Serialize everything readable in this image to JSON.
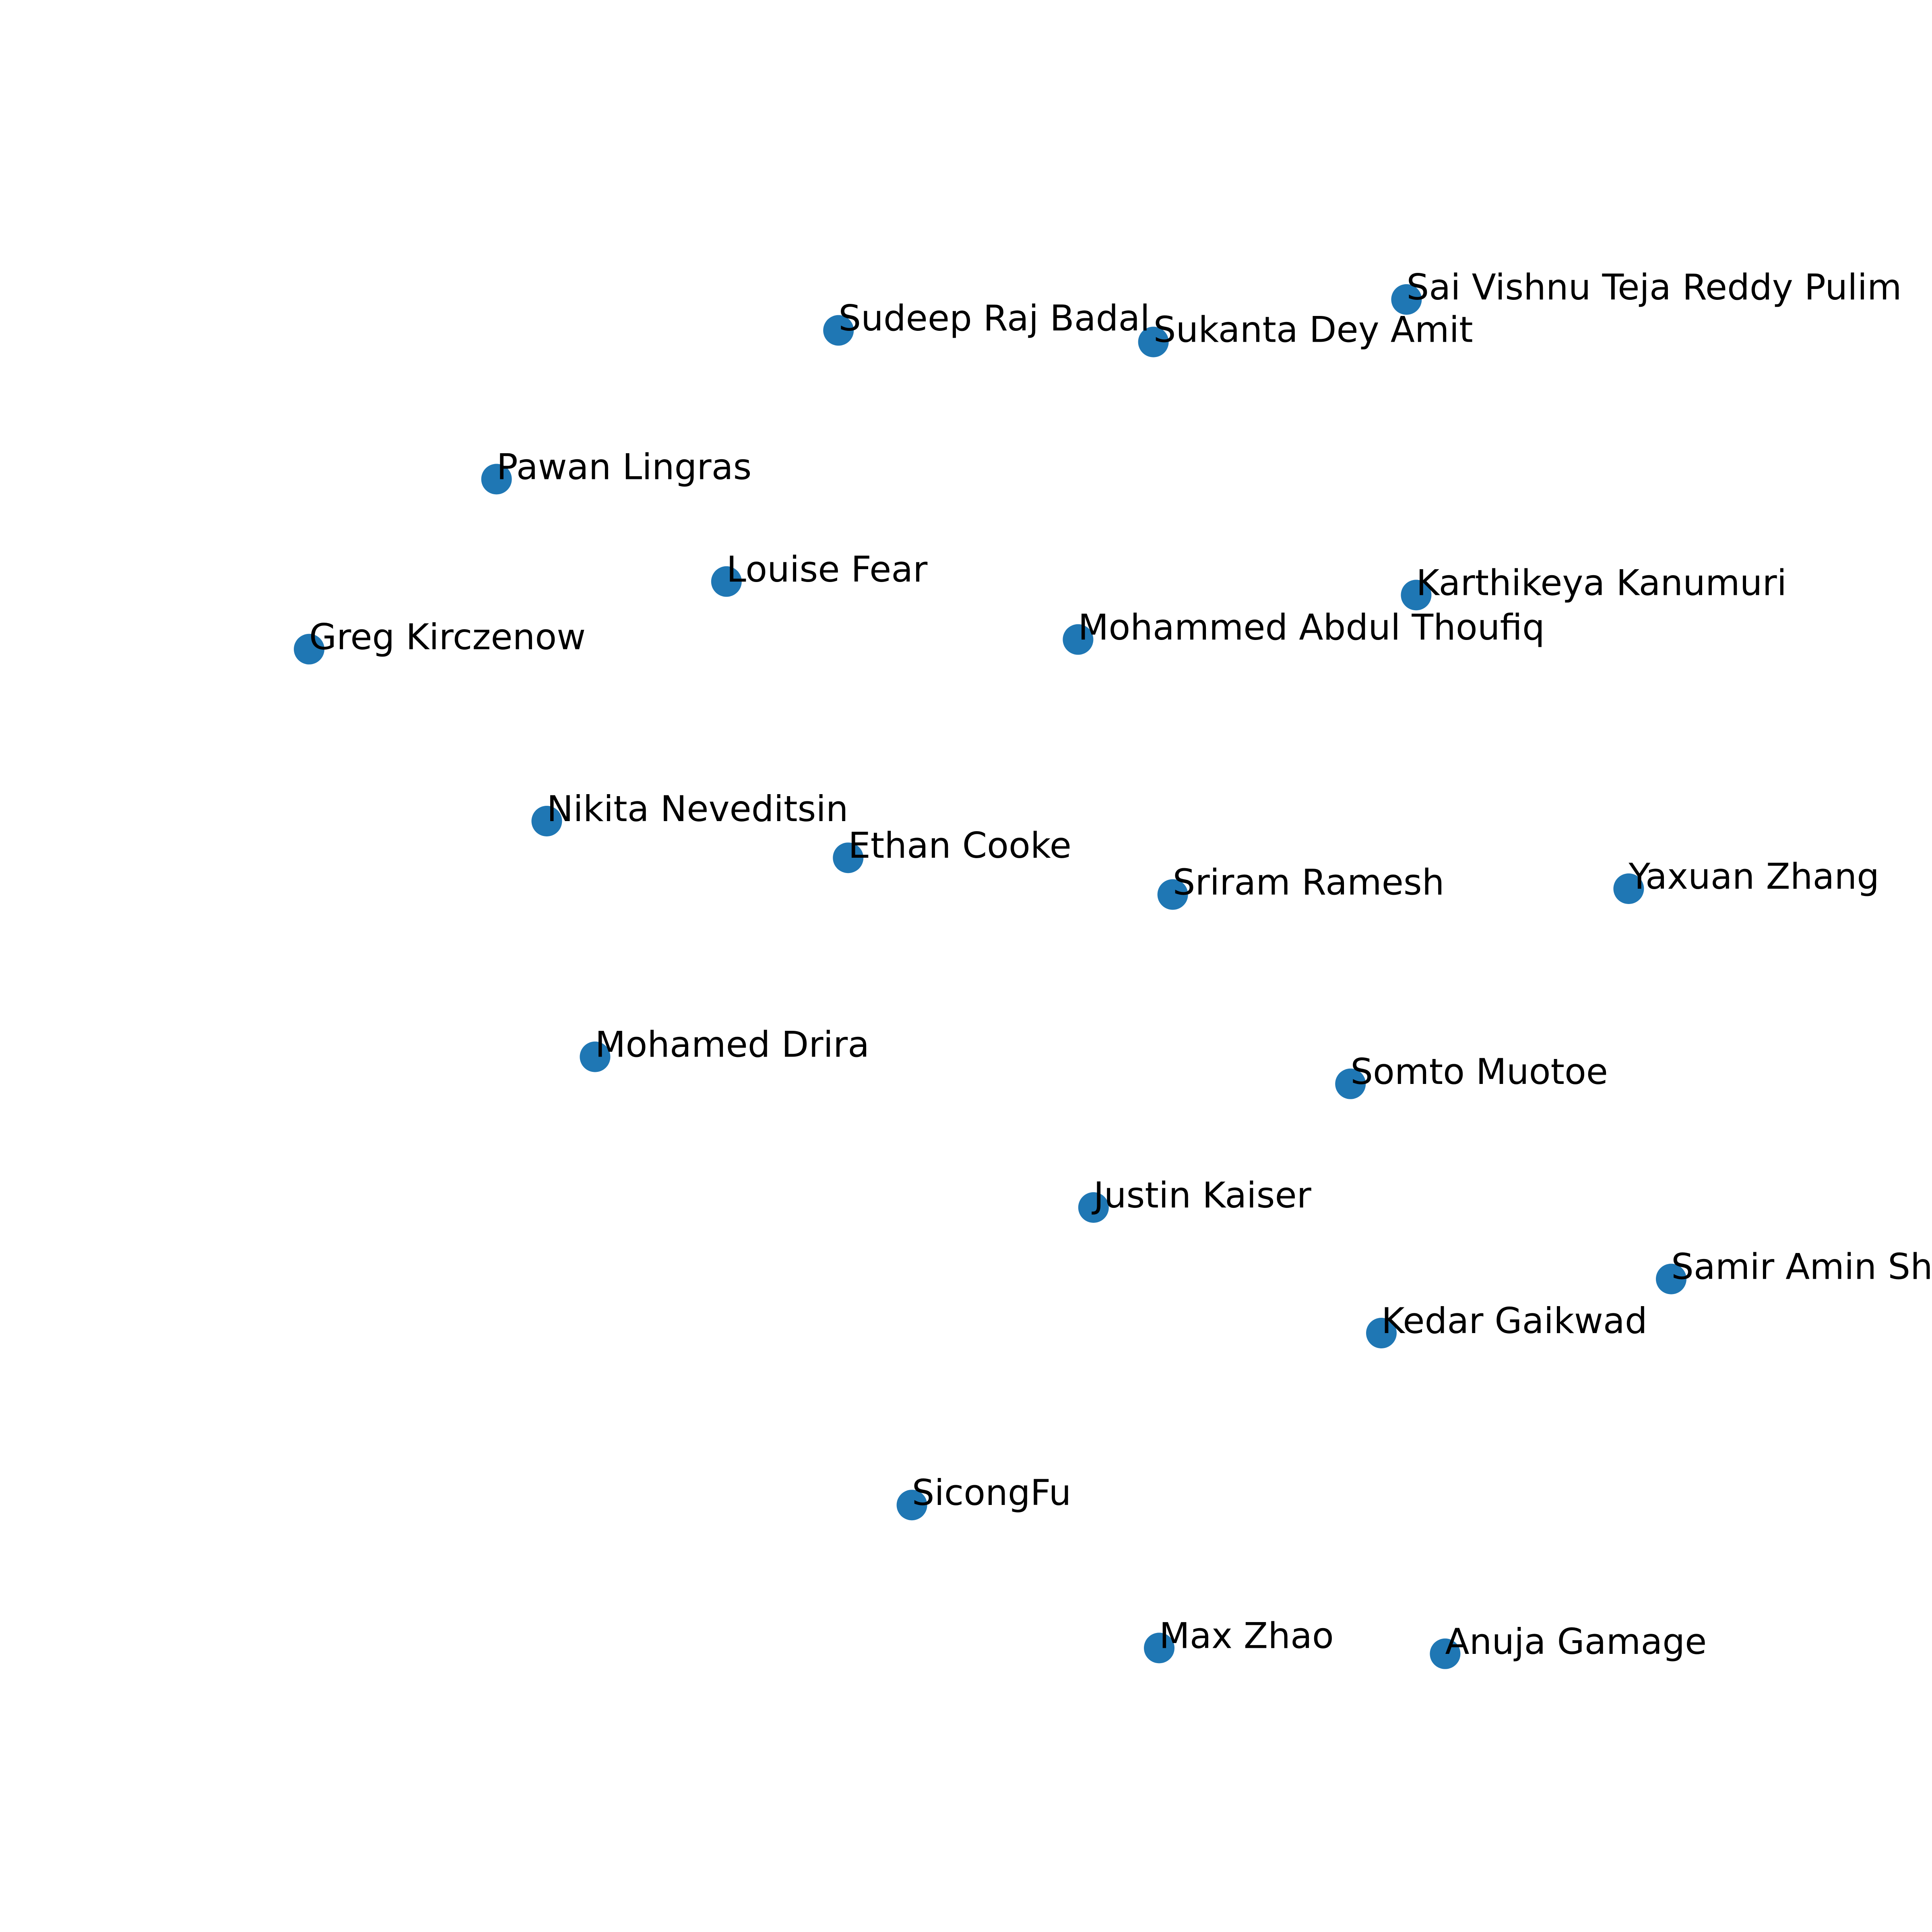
{
  "chart_data": {
    "type": "scatter",
    "title": "",
    "xlabel": "",
    "ylabel": "",
    "axes_visible": false,
    "grid": false,
    "legend": "none",
    "marker_color": "#1f77b4",
    "label_color": "#000000",
    "xlim": [
      0,
      100
    ],
    "ylim": [
      0,
      100
    ],
    "points": [
      {
        "label": "Sai Vishnu Teja Reddy Pulim",
        "x": 72.8,
        "y": 84.5
      },
      {
        "label": "Sudeep Raj Badal",
        "x": 43.4,
        "y": 82.9
      },
      {
        "label": "Sukanta Dey Amit",
        "x": 59.7,
        "y": 82.3
      },
      {
        "label": "Pawan Lingras",
        "x": 25.7,
        "y": 75.2
      },
      {
        "label": "Louise Fear",
        "x": 37.6,
        "y": 69.9
      },
      {
        "label": "Karthikeya Kanumuri",
        "x": 73.3,
        "y": 69.2
      },
      {
        "label": "Greg Kirczenow",
        "x": 16.0,
        "y": 66.4
      },
      {
        "label": "Mohammed Abdul Thoufiq",
        "x": 55.8,
        "y": 66.9
      },
      {
        "label": "Nikita Neveditsin",
        "x": 28.3,
        "y": 57.5
      },
      {
        "label": "Ethan Cooke",
        "x": 43.9,
        "y": 55.6
      },
      {
        "label": "Sriram Ramesh",
        "x": 60.7,
        "y": 53.7
      },
      {
        "label": "Yaxuan Zhang",
        "x": 84.3,
        "y": 54.0
      },
      {
        "label": "Mohamed Drira",
        "x": 30.8,
        "y": 45.3
      },
      {
        "label": "Somto Muotoe",
        "x": 69.9,
        "y": 43.9
      },
      {
        "label": "Justin Kaiser",
        "x": 56.6,
        "y": 37.5
      },
      {
        "label": "Samir Amin Sh",
        "x": 86.5,
        "y": 33.8
      },
      {
        "label": "Kedar Gaikwad",
        "x": 71.5,
        "y": 31.0
      },
      {
        "label": "SicongFu",
        "x": 47.2,
        "y": 22.1
      },
      {
        "label": "Max Zhao",
        "x": 60.0,
        "y": 14.7
      },
      {
        "label": "Anuja Gamage",
        "x": 74.8,
        "y": 14.4
      }
    ]
  }
}
